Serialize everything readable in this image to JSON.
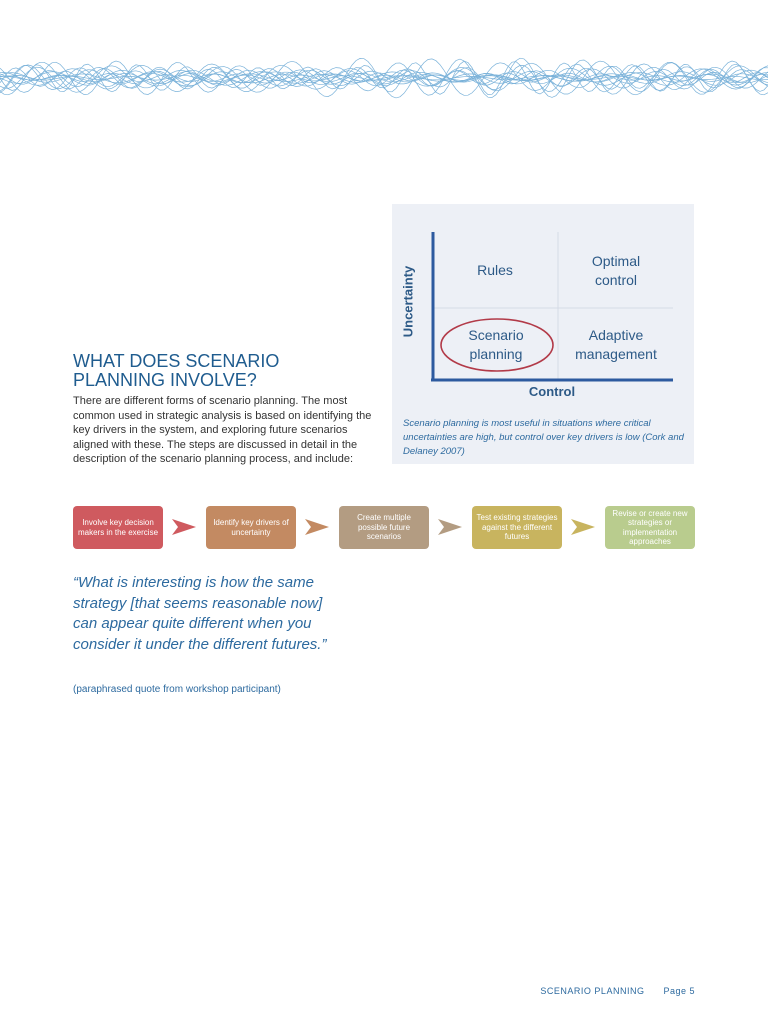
{
  "figure": {
    "axis_y": "Uncertainty",
    "axis_x": "Control",
    "quadrants": {
      "top_left": "Rules",
      "top_right": "Optimal control",
      "bottom_left": "Scenario planning",
      "bottom_right": "Adaptive management"
    },
    "caption": "Scenario planning is most useful in situations where critical uncertainties are high, but control over key drivers is low (Cork and Delaney 2007)"
  },
  "section": {
    "heading": "What does scenario planning involve?",
    "body": "There are different forms of scenario planning. The most common used in strategic analysis is based on identifying the key drivers in the system, and exploring future scenarios aligned with these. The steps are discussed in detail in the description of the scenario planning process, and include:"
  },
  "steps": [
    {
      "label": "Involve key decision makers in the exercise",
      "color": "#cf5a5f"
    },
    {
      "label": "Identify key drivers of uncertainty",
      "color": "#c38a62"
    },
    {
      "label": "Create multiple possible future scenarios",
      "color": "#b39c82"
    },
    {
      "label": "Test existing strategies against the different futures",
      "color": "#c8b45f"
    },
    {
      "label": "Revise or create new strategies or implementation approaches",
      "color": "#b9cc8e"
    }
  ],
  "arrow_colors": [
    "#cf5a5f",
    "#c38a62",
    "#b39c82",
    "#c8b45f"
  ],
  "quote": {
    "text": "“What is interesting is how the same strategy [that seems reasonable now] can appear quite different when you consider it under the different futures.”",
    "attribution": "(paraphrased quote from workshop participant)"
  },
  "footer": {
    "title": "SCENARIO PLANNING",
    "page": "Page 5"
  }
}
